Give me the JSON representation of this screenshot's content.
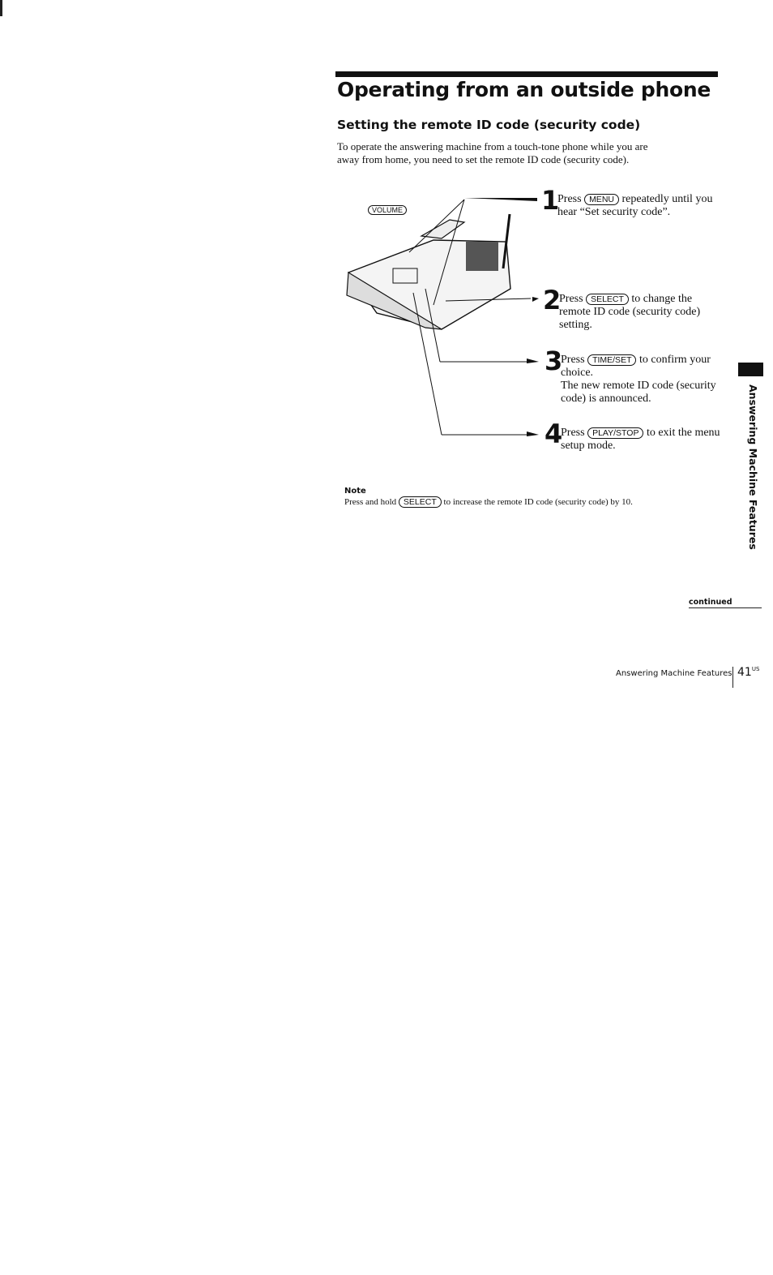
{
  "title": "Operating from an outside phone",
  "subtitle": "Setting the remote ID code (security code)",
  "intro": "To operate the answering machine from a touch-tone phone while you are away from home, you need to set the remote ID code (security code).",
  "illustration": {
    "volume_label": "VOLUME"
  },
  "steps": [
    {
      "num": "1",
      "pre": "Press",
      "key": "MENU",
      "post": "repeatedly until you hear “Set security code”."
    },
    {
      "num": "2",
      "pre": "Press",
      "key": "SELECT",
      "post": "to change the remote ID code (security code) setting."
    },
    {
      "num": "3",
      "pre": "Press",
      "key": "TIME/SET",
      "post": "to confirm your choice.",
      "extra": "The new remote ID code (security code) is announced."
    },
    {
      "num": "4",
      "pre": "Press",
      "key": "PLAY/STOP",
      "post": "to exit the menu setup mode."
    }
  ],
  "note": {
    "heading": "Note",
    "pre": "Press and hold",
    "key": "SELECT",
    "post": "to increase the remote ID code (security code) by 10."
  },
  "side_tab": "Answering Machine Features",
  "continued": "continued",
  "footer": {
    "section": "Answering Machine Features",
    "page": "41",
    "suffix": "US"
  }
}
